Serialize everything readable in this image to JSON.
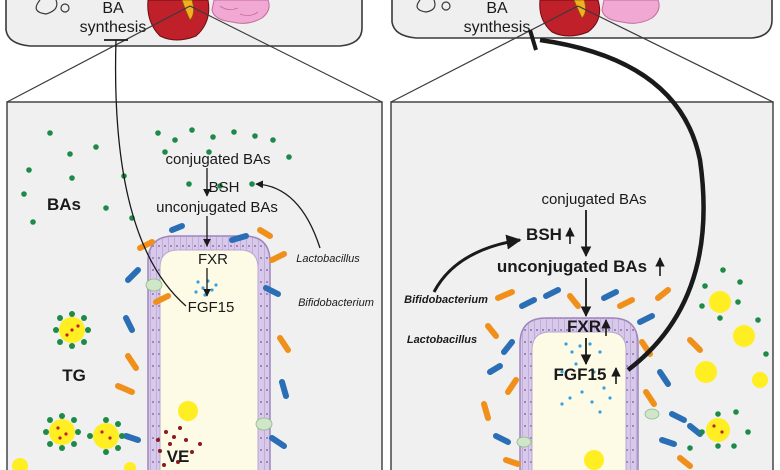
{
  "left_panel": {
    "top_label_line1": "BA",
    "top_label_line2": "synthesis",
    "conjugated": "conjugated BAs",
    "bsh": "BSH",
    "unconjugated": "unconjugated BAs",
    "fxr": "FXR",
    "fgf15": "FGF15",
    "bas": "BAs",
    "tg": "TG",
    "ve": "VE",
    "lactobacillus": "Lactobacillus",
    "bifidobacterium": "Bifidobacterium"
  },
  "right_panel": {
    "top_label_line1": "BA",
    "top_label_line2": "synthesis",
    "conjugated": "conjugated BAs",
    "bsh": "BSH",
    "unconjugated": "unconjugated BAs",
    "fxr": "FXR",
    "fgf15": "FGF15",
    "lactobacillus": "Lactobacillus",
    "bifidobacterium": "Bifidobacterium"
  },
  "colors": {
    "outline": "#3a3a3a",
    "liver": "#c0202a",
    "gallbladder": "#f0b020",
    "intestine": "#f1a8d2",
    "bacteria_blue": "#2a6fb5",
    "bacteria_orange": "#f0901a",
    "ba_green": "#1e8a4a",
    "tg_yellow": "#ffee22",
    "villus_membrane": "#c7b4dd",
    "villus_inner": "#fdfbe6",
    "fgf_dots": "#3a9fe0",
    "ve_dots": "#8b1a1a"
  }
}
